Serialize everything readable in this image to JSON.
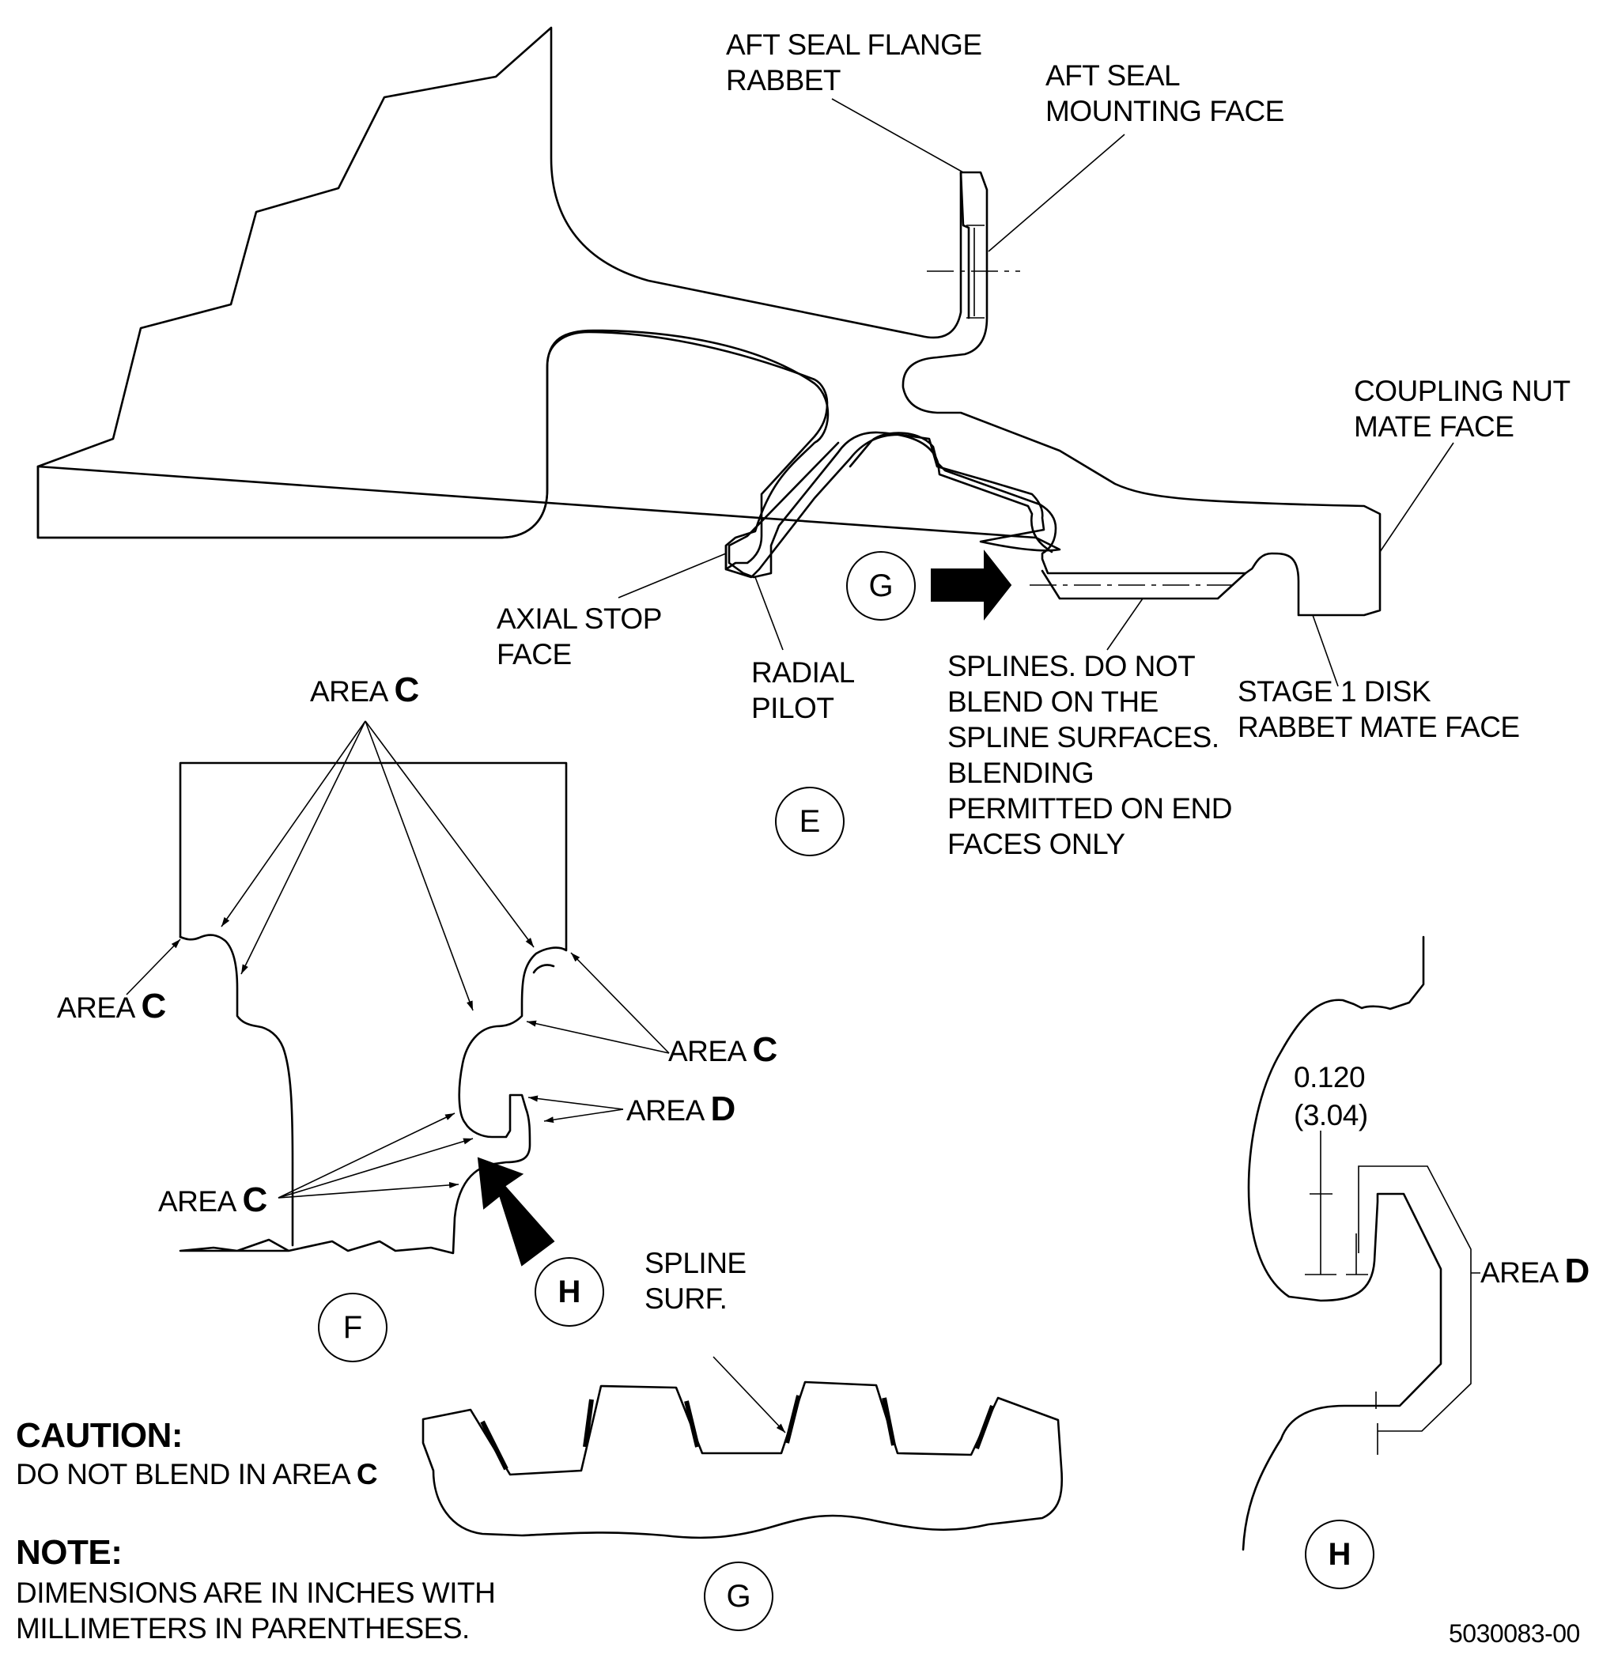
{
  "labels": {
    "aft_seal_flange_rabbet": "AFT SEAL FLANGE\nRABBET",
    "aft_seal_mounting_face": "AFT SEAL\nMOUNTING FACE",
    "coupling_nut_mate_face": "COUPLING NUT\nMATE FACE",
    "axial_stop_face": "AXIAL STOP\nFACE",
    "radial_pilot": "RADIAL\nPILOT",
    "splines_note": "SPLINES. DO NOT\nBLEND ON THE\nSPLINE SURFACES.\nBLENDING\nPERMITTED ON END\nFACES ONLY",
    "stage1_disk_rabbet": "STAGE 1 DISK\nRABBET MATE FACE",
    "spline_surf": "SPLINE\nSURF.",
    "area_prefix": "AREA ",
    "area_c_letter": "C",
    "area_d_letter": "D",
    "dim_in": "0.120",
    "dim_mm": "(3.04)"
  },
  "callouts": {
    "g_ref": "G",
    "e_view": "E",
    "f_view": "F",
    "h_ref": "H",
    "g_view": "G",
    "h_view": "H"
  },
  "notes": {
    "caution_title": "CAUTION:",
    "caution_text": "DO NOT BLEND IN AREA ",
    "caution_letter": "C",
    "note_title": "NOTE:",
    "note_text": "DIMENSIONS ARE IN INCHES WITH\nMILLIMETERS IN PARENTHESES."
  },
  "figure_id": "5030083-00"
}
